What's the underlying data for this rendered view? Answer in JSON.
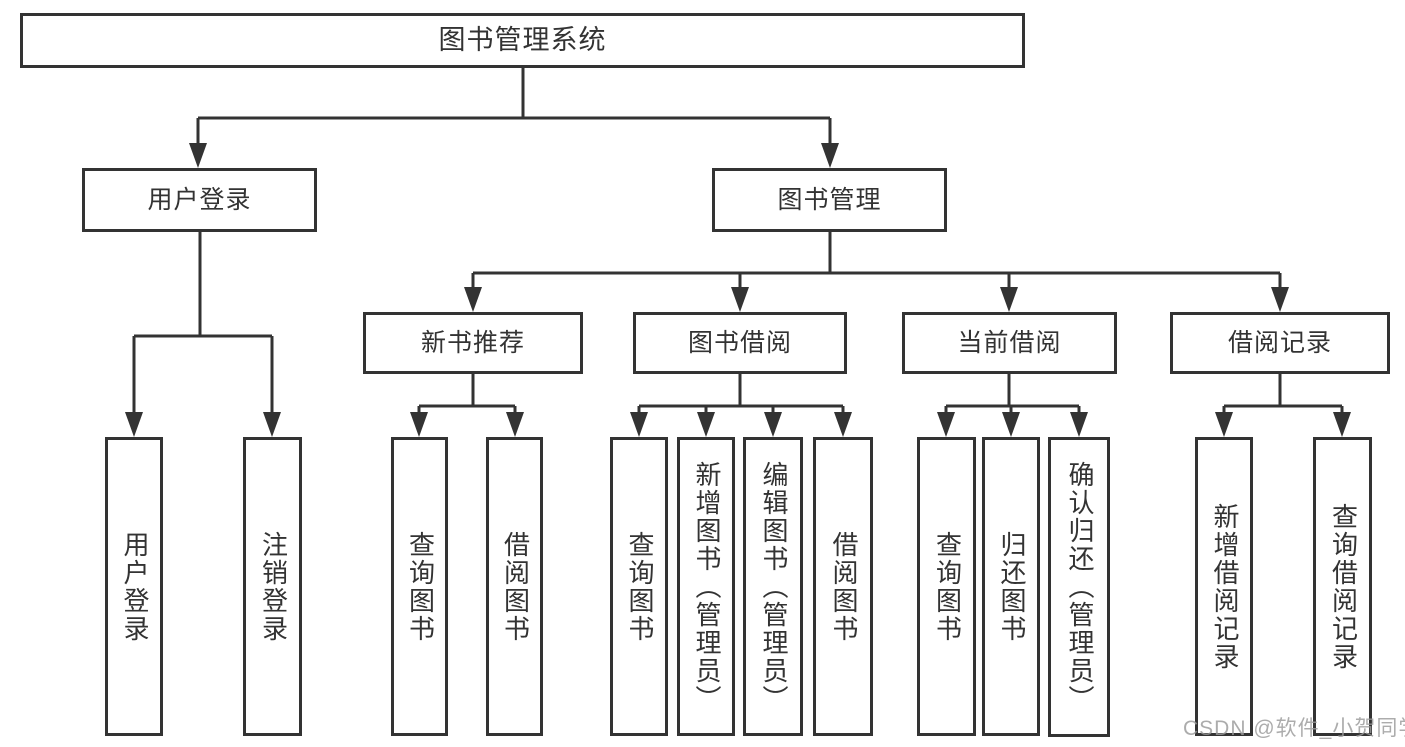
{
  "diagram": {
    "root": "图书管理系统",
    "branches": [
      "用户登录",
      "图书管理"
    ],
    "modules": [
      "新书推荐",
      "图书借阅",
      "当前借阅",
      "借阅记录"
    ],
    "functions": {
      "user_login": [
        "用户登录",
        "注销登录"
      ],
      "new_book_recommend": [
        "查询图书",
        "借阅图书"
      ],
      "book_borrow": [
        "查询图书",
        "新增图书（管理员）",
        "编辑图书（管理员）",
        "借阅图书"
      ],
      "current_borrow": [
        "查询图书",
        "归还图书",
        "确认归还（管理员）"
      ],
      "borrow_record": [
        "新增借阅记录",
        "查询借阅记录"
      ]
    }
  },
  "watermark": "CSDN @软件_小贺同学",
  "colors": {
    "line": "#333333",
    "text": "#333333",
    "background": "#ffffff",
    "watermark": "#9b9b9b"
  }
}
